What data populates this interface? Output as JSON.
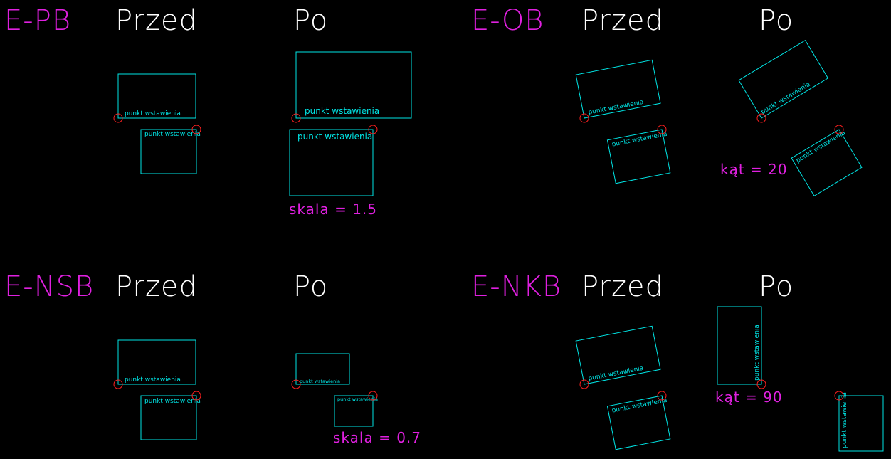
{
  "colors": {
    "background": "#000000",
    "code": "#e020e0",
    "heading": "#ffffff",
    "box": "#00e5e5",
    "marker": "#ff2020",
    "note": "#e020e0"
  },
  "panels": [
    {
      "code": "E-PB",
      "before": "Przed",
      "after": "Po",
      "note": "skala = 1.5"
    },
    {
      "code": "E-OB",
      "before": "Przed",
      "after": "Po",
      "note": "kąt = 20"
    },
    {
      "code": "E-NSB",
      "before": "Przed",
      "after": "Po",
      "note": "skala = 0.7"
    },
    {
      "code": "E-NKB",
      "before": "Przed",
      "after": "Po",
      "note": "kąt = 90"
    }
  ],
  "box_label": "punkt wstawienia"
}
